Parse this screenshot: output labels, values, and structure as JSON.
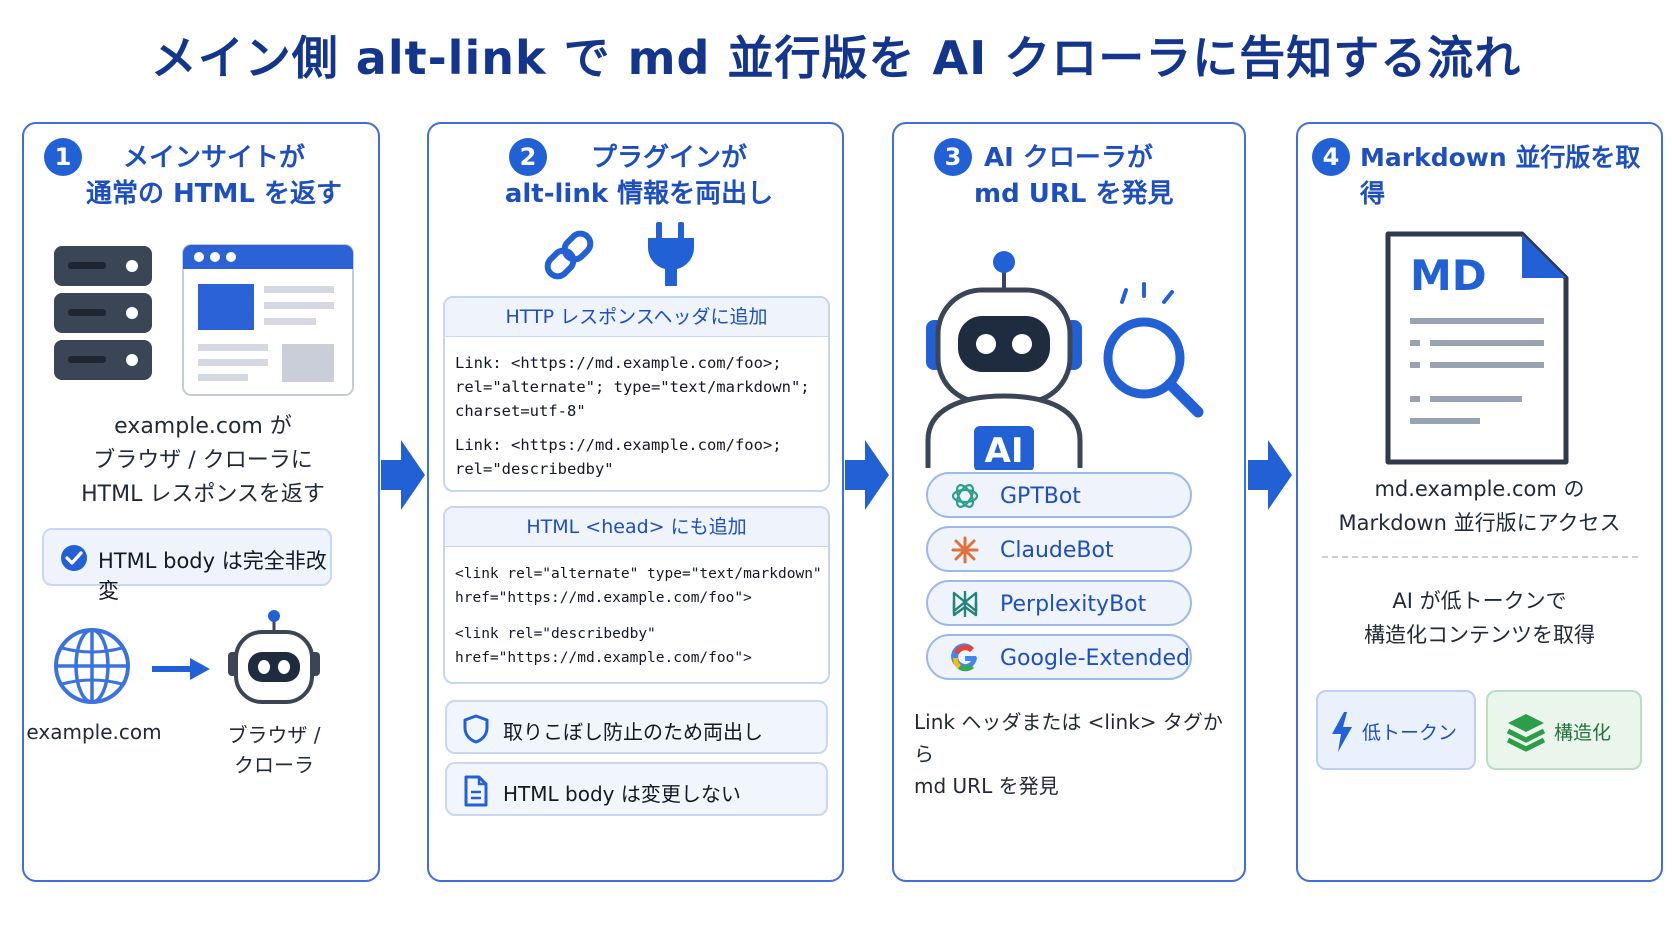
{
  "title": "メイン側 alt-link で md 並行版を AI クローラに告知する流れ",
  "colors": {
    "accent": "#2260d6",
    "title": "#14358c",
    "panel_border": "#3f6fd8",
    "green": "#2e9d4a"
  },
  "steps": [
    {
      "number": "1",
      "title_line1": "メインサイトが",
      "title_line2": "通常の HTML を返す",
      "desc_line1": "example.com が",
      "desc_line2": "ブラウザ / クローラに",
      "desc_line3": "HTML レスポンスを返す",
      "check_label": "HTML body は完全非改変",
      "flow_left_label": "example.com",
      "flow_right_line1": "ブラウザ /",
      "flow_right_line2": "クローラ",
      "icons": [
        "server-icon",
        "browser-window-icon",
        "check-circle-icon",
        "globe-icon",
        "arrow-right-icon",
        "robot-icon"
      ]
    },
    {
      "number": "2",
      "title_line1": "プラグインが",
      "title_line2": "alt-link 情報を両出し",
      "http_header": "HTTP レスポンスヘッダに追加",
      "http_lines": [
        "Link: <https://md.example.com/foo>;",
        "rel=\"alternate\"; type=\"text/markdown\";",
        "charset=utf-8\"",
        "Link: <https://md.example.com/foo>;",
        "rel=\"describedby\""
      ],
      "html_header": "HTML <head> にも追加",
      "html_lines": [
        "<link rel=\"alternate\" type=\"text/markdown\"",
        "href=\"https://md.example.com/foo\">",
        "<link rel=\"describedby\"",
        "href=\"https://md.example.com/foo\">"
      ],
      "note1": "取りこぼし防止のため両出し",
      "note2": "HTML body は変更しない",
      "icons": [
        "link-icon",
        "plug-icon",
        "shield-icon",
        "document-icon"
      ]
    },
    {
      "number": "3",
      "title_line1": "AI クローラが",
      "title_line2": "md URL を発見",
      "robot_badge": "AI",
      "bots": [
        "GPTBot",
        "ClaudeBot",
        "PerplexityBot",
        "Google-Extended"
      ],
      "desc_line1": "Link ヘッダまたは <link> タグから",
      "desc_line2": "md URL を発見",
      "icons": [
        "ai-robot-icon",
        "magnifier-icon",
        "openai-icon",
        "claude-icon",
        "perplexity-icon",
        "google-icon"
      ]
    },
    {
      "number": "4",
      "title": "Markdown 並行版を取得",
      "doc_label": "MD",
      "desc_line1": "md.example.com の",
      "desc_line2": "Markdown 並行版にアクセス",
      "desc2_line1": "AI が低トークンで",
      "desc2_line2": "構造化コンテンツを取得",
      "badge_low_token": "低トークン",
      "badge_structured": "構造化",
      "icons": [
        "markdown-file-icon",
        "lightning-icon",
        "layers-icon"
      ]
    }
  ]
}
